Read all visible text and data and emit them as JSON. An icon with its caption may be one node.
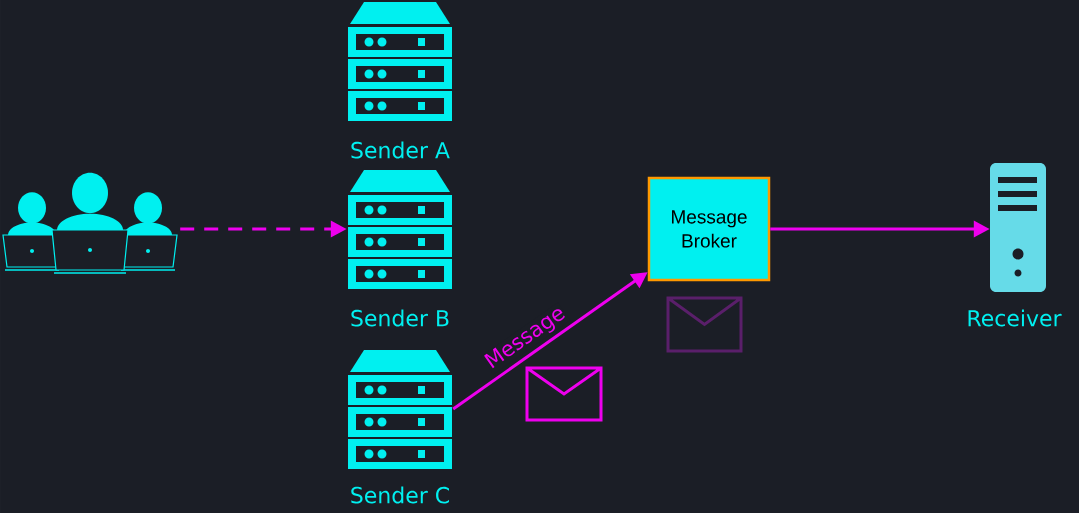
{
  "diagram": {
    "nodes": [
      {
        "text": [],
        "shape": "person"
      },
      {
        "text": [
          "Sender A"
        ]
      },
      {
        "text": [
          "Sender B"
        ]
      },
      {
        "text": [
          "Sender C"
        ]
      },
      {
        "text": [
          "Message Broker"
        ]
      },
      {
        "text": [
          "Receiver"
        ]
      }
    ],
    "edges": [
      {
        "from": 0,
        "to": 2,
        "arrow": "to",
        "style": "dashed"
      },
      {
        "from": 3,
        "to": 4,
        "arrow": "to",
        "label": "Message"
      },
      {
        "from": 4,
        "to": 5,
        "arrow": "to"
      }
    ]
  }
}
